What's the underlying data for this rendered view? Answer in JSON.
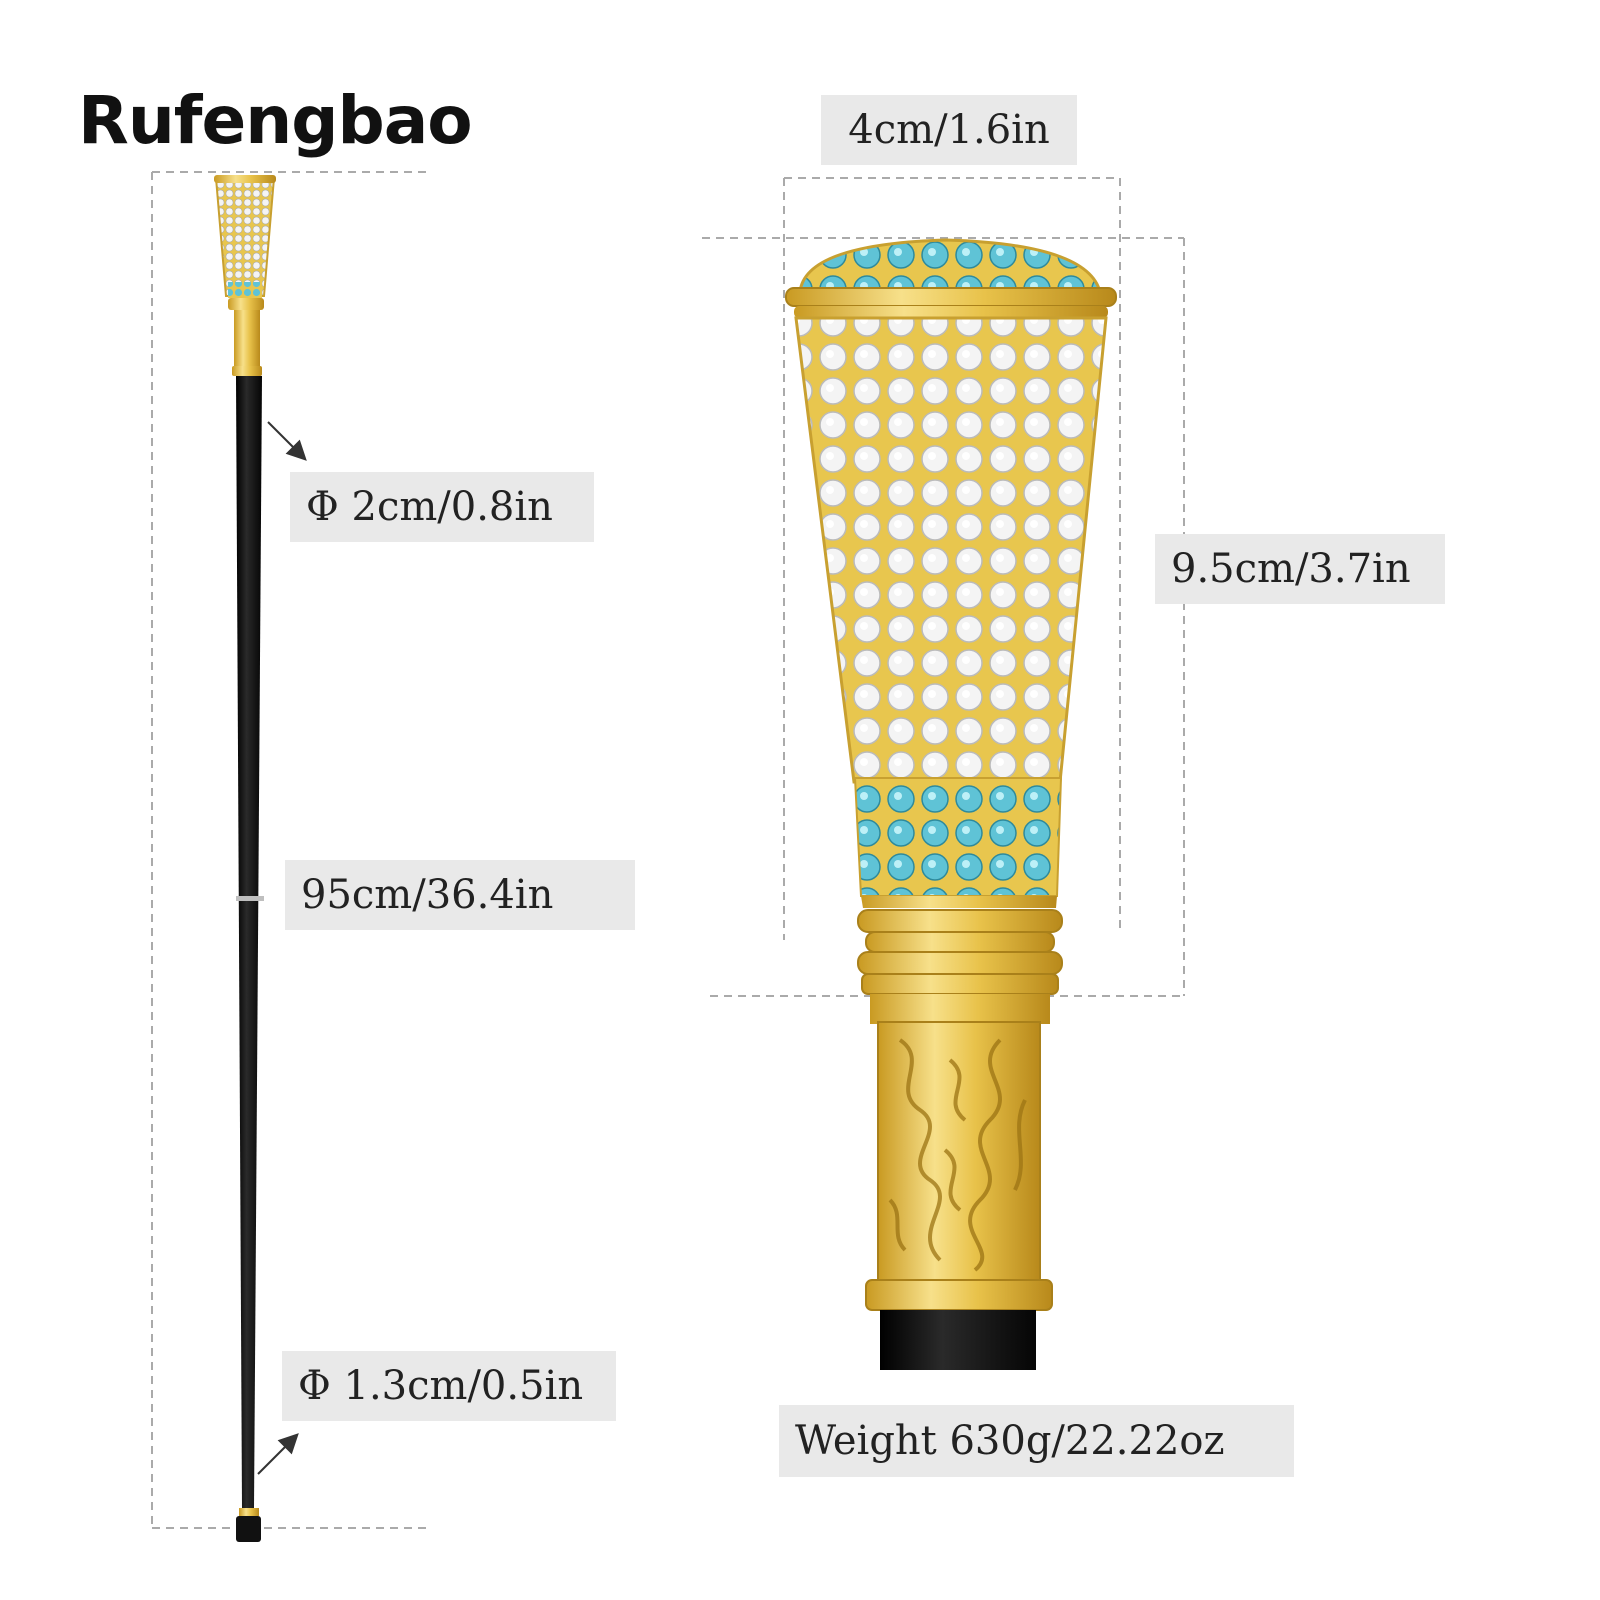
{
  "brand": {
    "name": "Rufengbao"
  },
  "labels": {
    "shaft_top_diameter": "Φ 2cm/0.8in",
    "total_length": "95cm/36.4in",
    "shaft_bottom_diameter": "Φ 1.3cm/0.5in",
    "handle_width": "4cm/1.6in",
    "handle_height": "9.5cm/3.7in",
    "weight": "Weight 630g/22.22oz"
  },
  "colors": {
    "gold": "#e2b93b",
    "gold_light": "#f7e08a",
    "crystal_white": "#f2f2f2",
    "crystal_blue": "#4fb6c9",
    "shaft": "#111111",
    "label_bg": "#e9e9e9"
  }
}
